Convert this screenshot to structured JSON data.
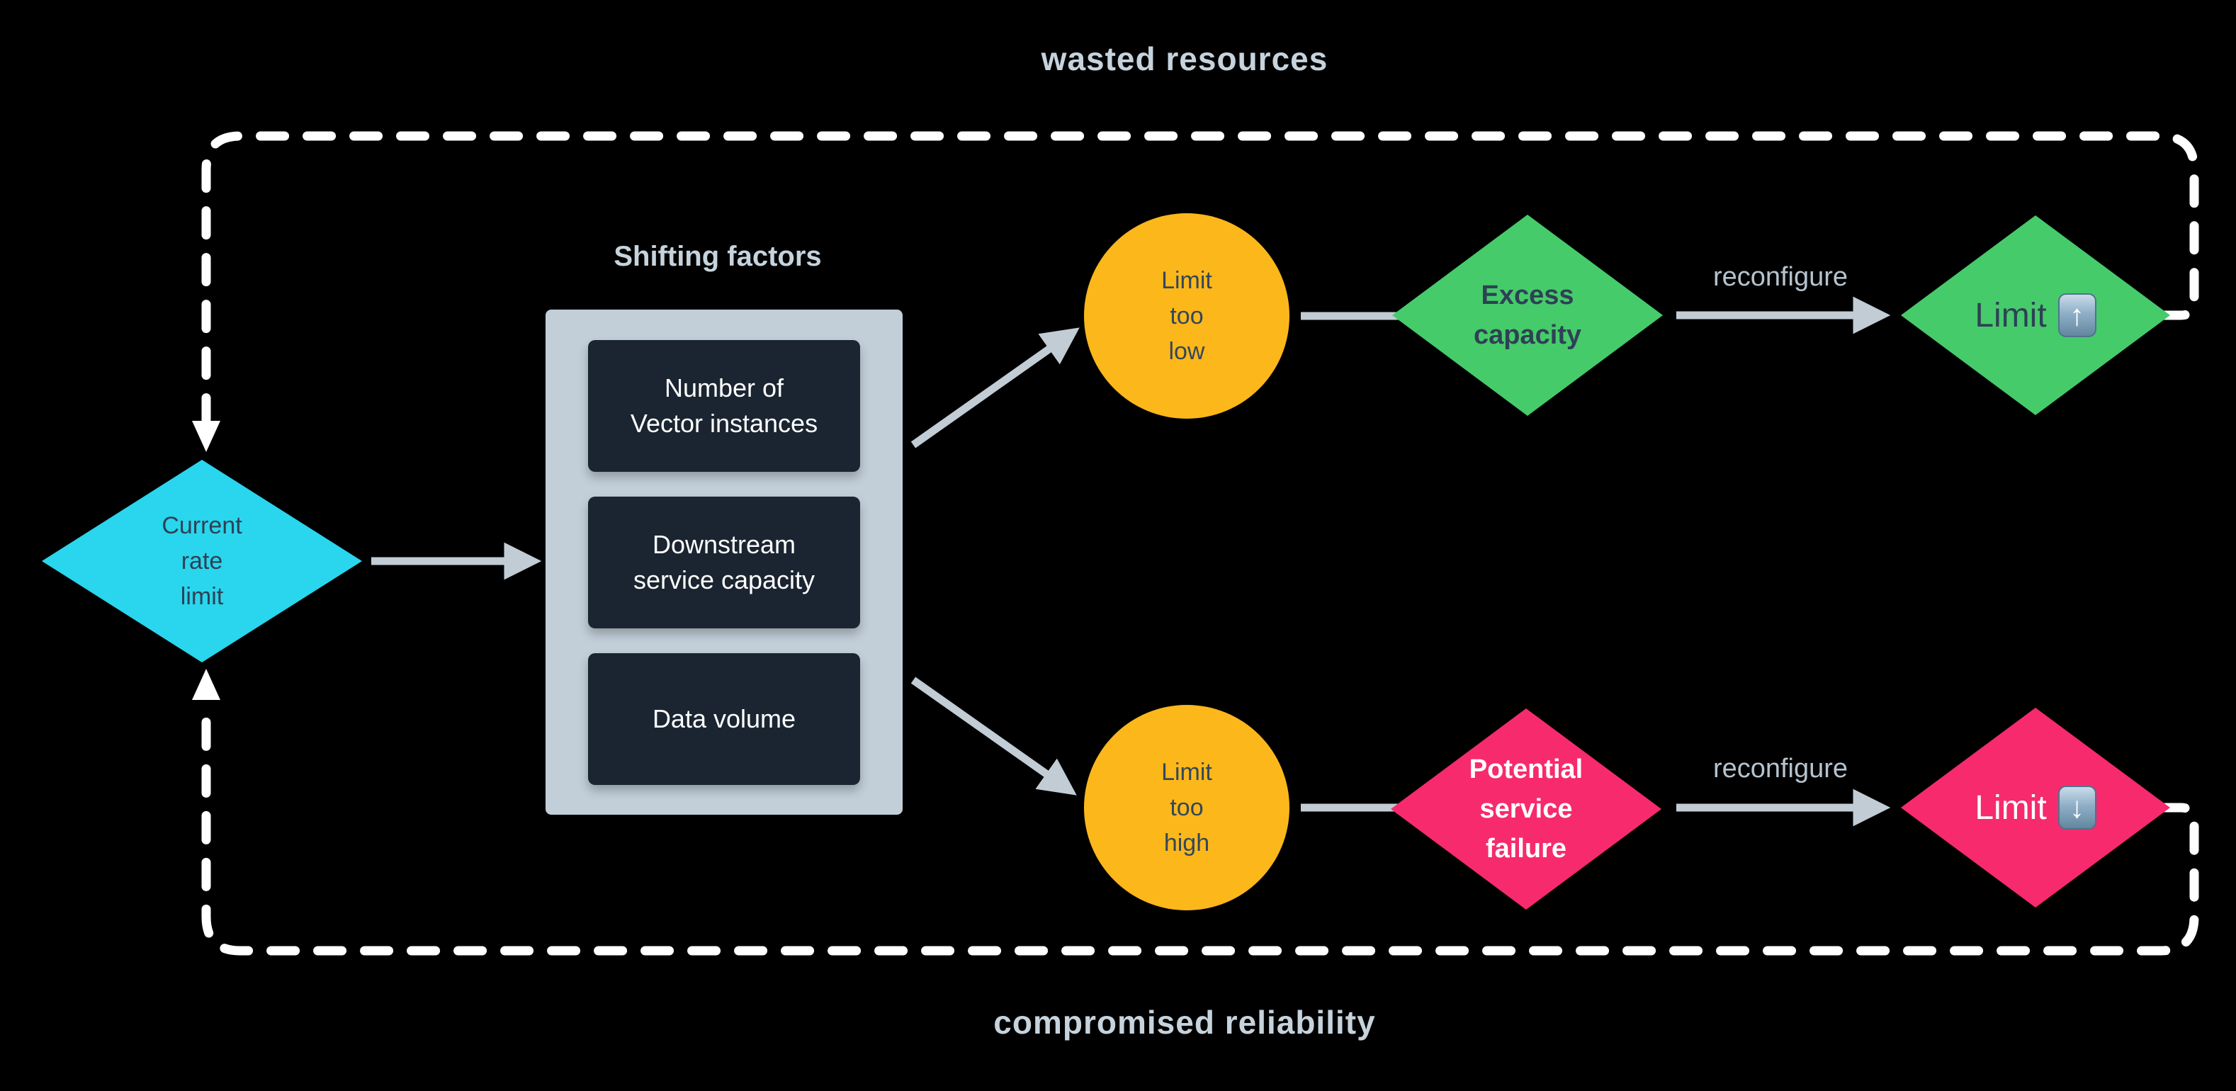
{
  "diagram": {
    "top_caption": "wasted resources",
    "bottom_caption": "compromised reliability",
    "factors": {
      "title": "Shifting factors",
      "items": [
        "Number of\nVector instances",
        "Downstream\nservice capacity",
        "Data volume"
      ]
    },
    "nodes": {
      "current_rate_limit": "Current\nrate\nlimit",
      "limit_too_low": "Limit\ntoo\nlow",
      "limit_too_high": "Limit\ntoo\nhigh",
      "excess_capacity": "Excess\ncapacity",
      "potential_service_failure": "Potential\nservice\nfailure",
      "limit_up_label": "Limit",
      "limit_down_label": "Limit"
    },
    "edges": {
      "reconfigure_top": "reconfigure",
      "reconfigure_bottom": "reconfigure"
    },
    "icons": {
      "up_arrow_glyph": "↑",
      "down_arrow_glyph": "↓"
    },
    "colors": {
      "background": "#000000",
      "cyan_node": "#29d6ed",
      "yellow_node": "#fcb71b",
      "green_node": "#46cb6b",
      "pink_node": "#f72a6e",
      "factor_panel": "#c2cfd9",
      "factor_box": "#1b2531",
      "solid_arrow": "#c2ccd5",
      "dashed_loop": "#ffffff",
      "caption_text": "#c6d3dd",
      "dark_text": "#2e4154"
    }
  }
}
